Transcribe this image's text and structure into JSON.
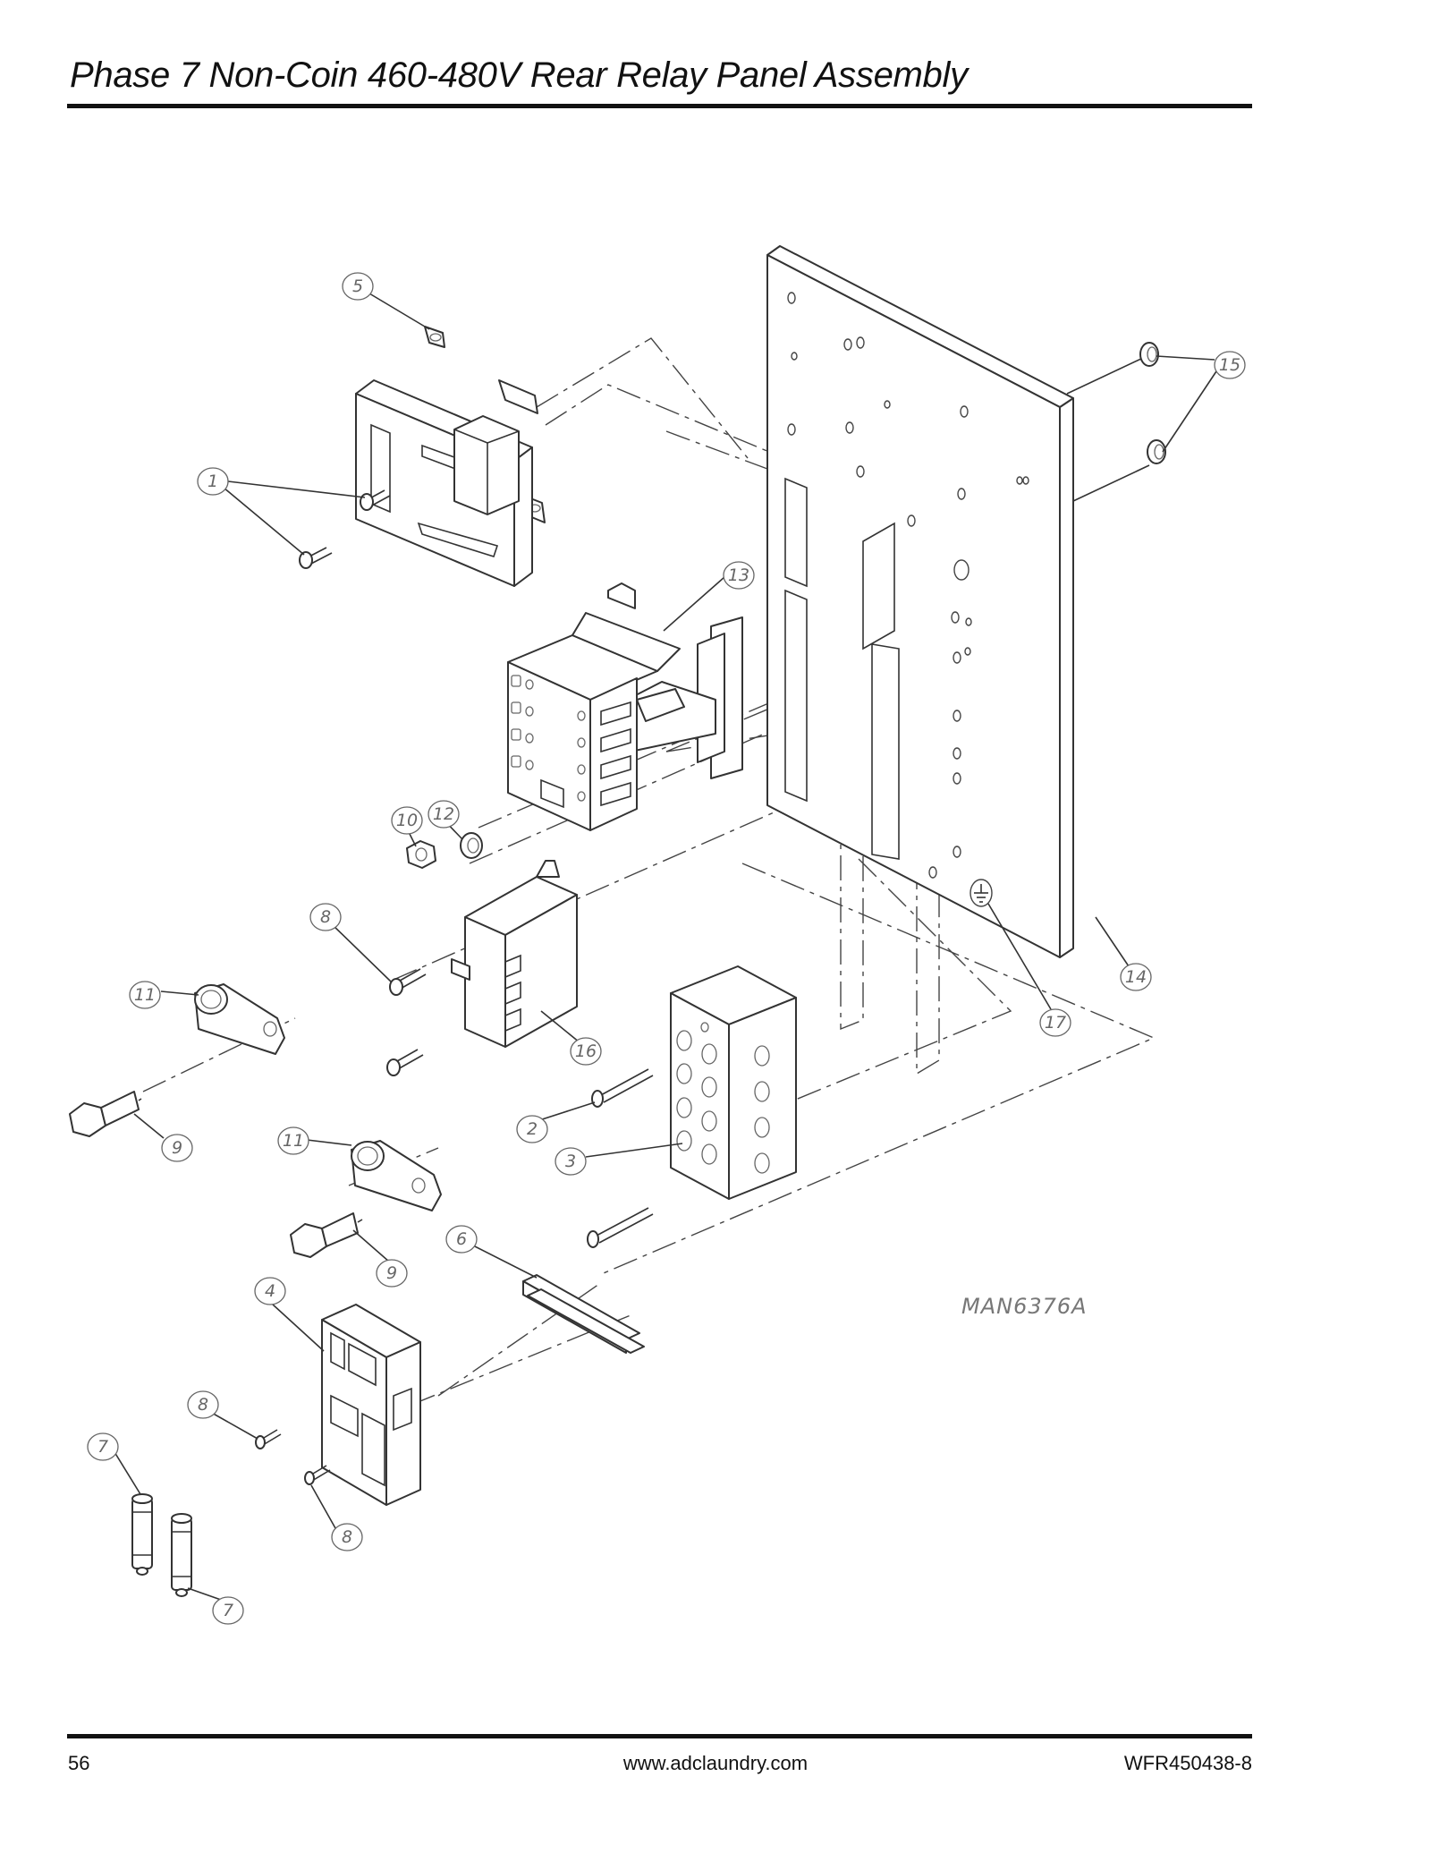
{
  "header": {
    "title": "Phase 7 Non-Coin 460-480V Rear Relay Panel Assembly"
  },
  "footer": {
    "page_number": "56",
    "website": "www.adclaundry.com",
    "doc_number": "WFR450438-8"
  },
  "diagram": {
    "drawing_number": "MAN6376A",
    "callouts": [
      "1",
      "2",
      "3",
      "4",
      "5",
      "6",
      "7",
      "7",
      "8",
      "8",
      "8",
      "9",
      "9",
      "10",
      "11",
      "11",
      "12",
      "13",
      "14",
      "15",
      "16",
      "17"
    ]
  }
}
